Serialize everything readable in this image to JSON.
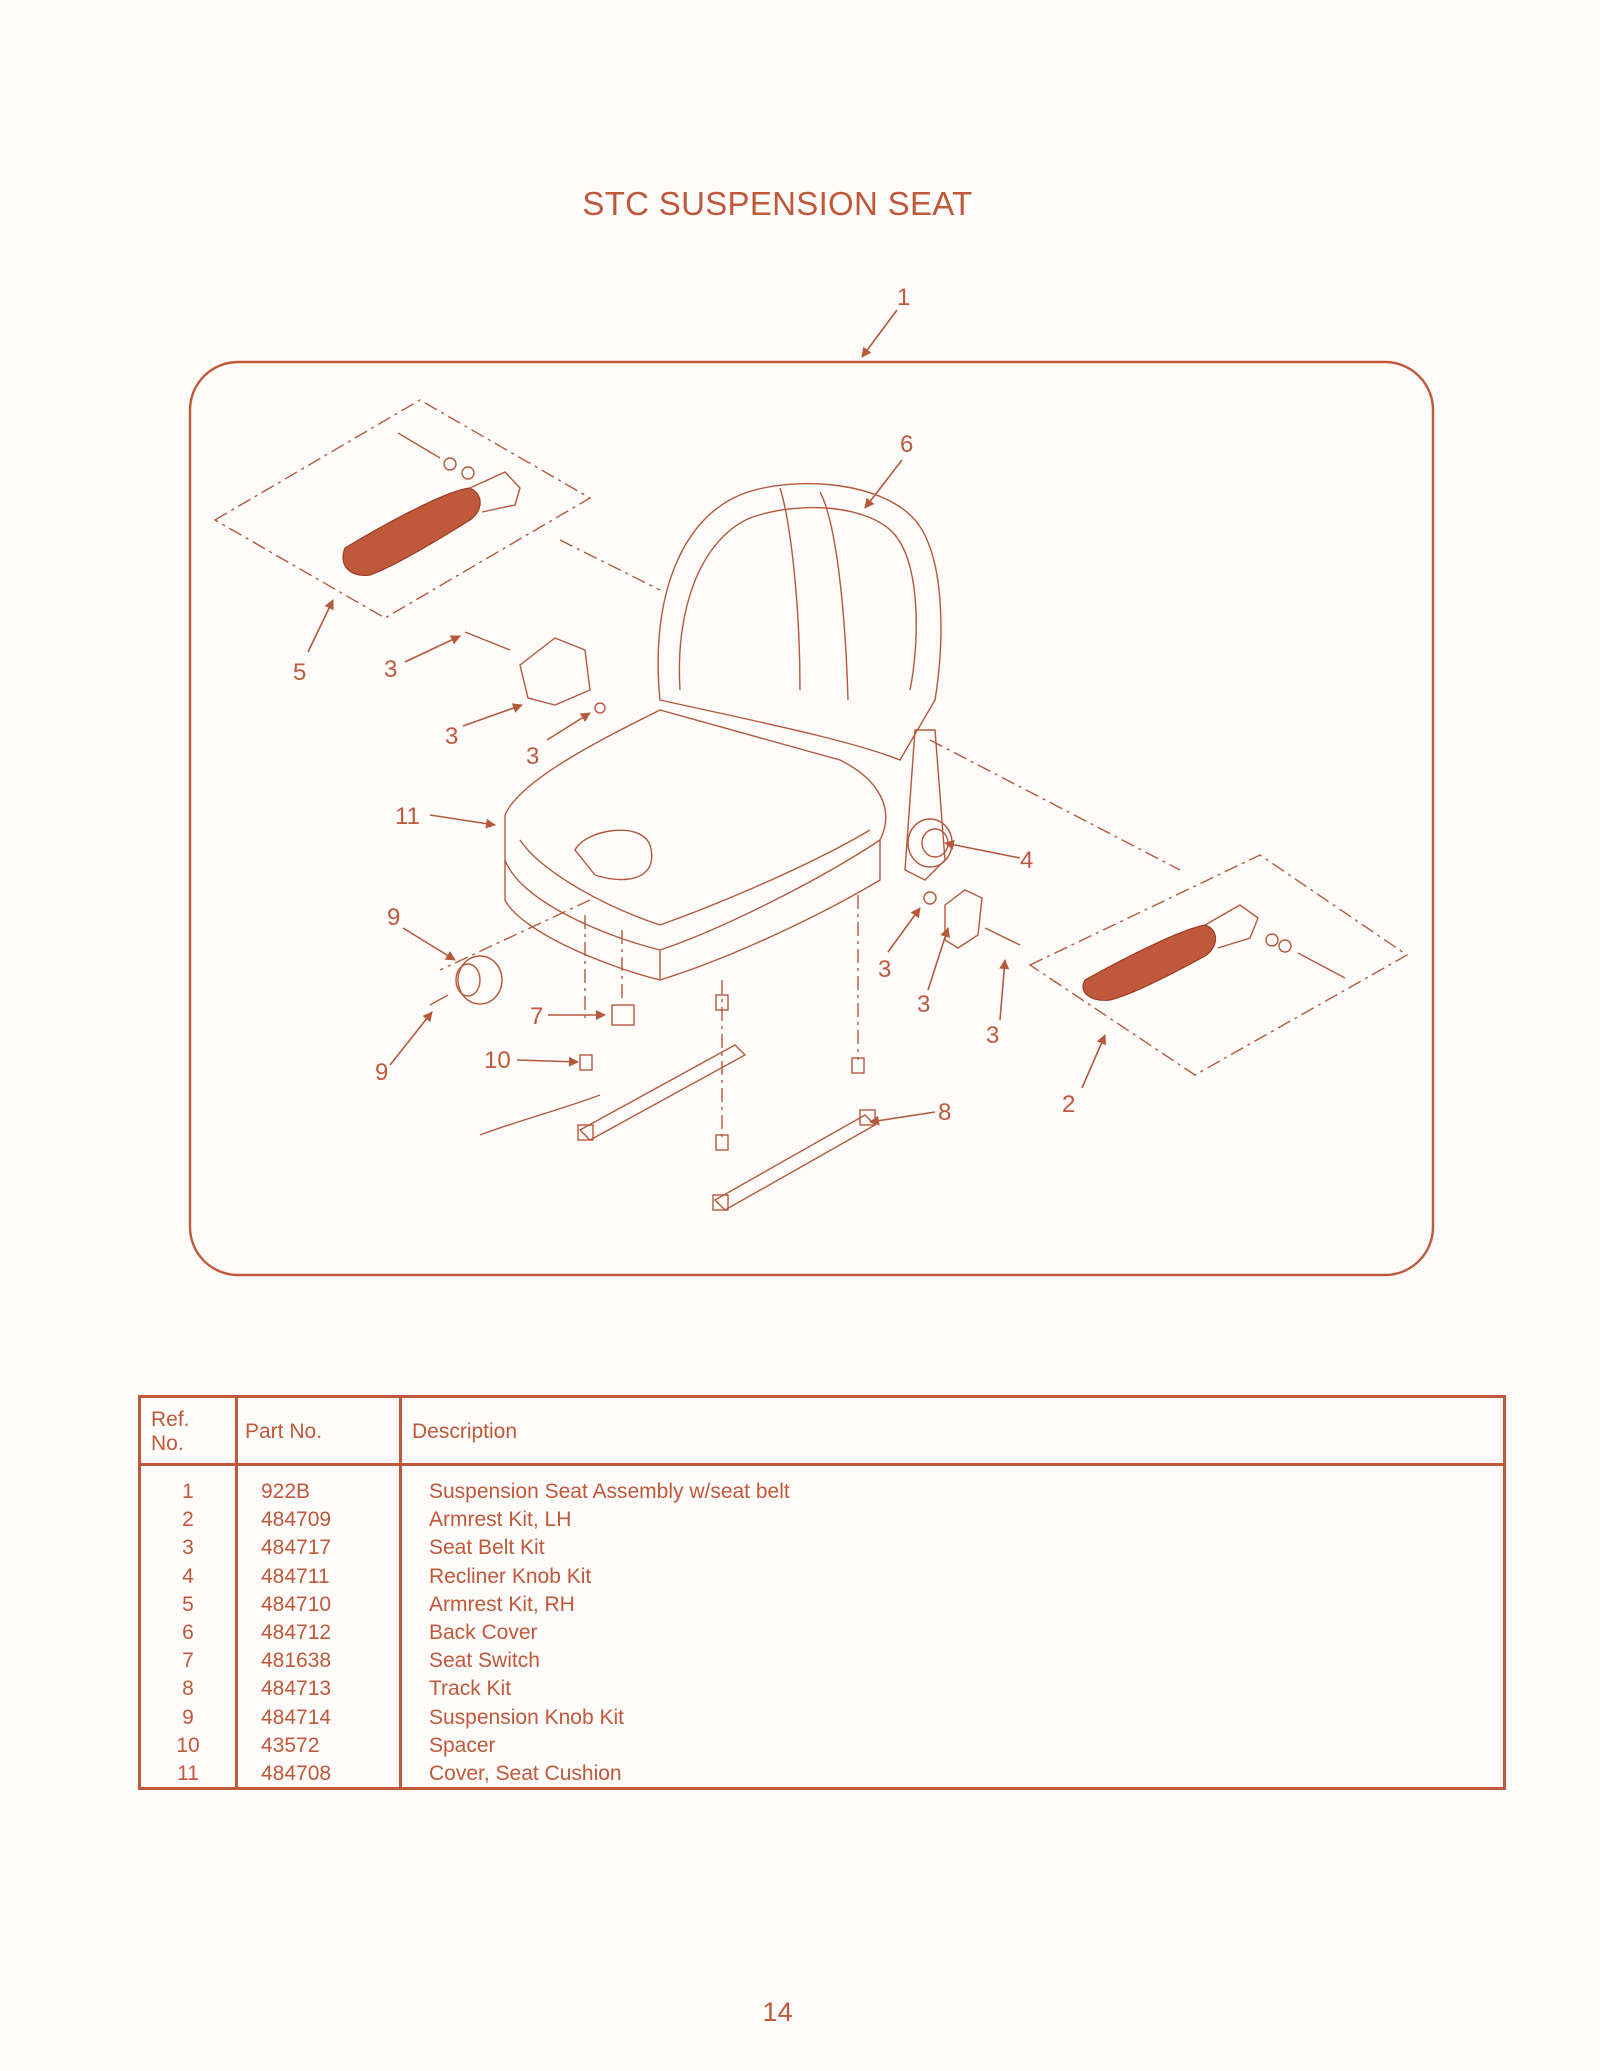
{
  "page": {
    "title": "STC SUSPENSION SEAT",
    "page_number": "14"
  },
  "callouts": [
    "1",
    "6",
    "5",
    "3",
    "3",
    "3",
    "11",
    "4",
    "9",
    "3",
    "3",
    "3",
    "7",
    "9",
    "10",
    "2",
    "8"
  ],
  "table": {
    "headers": {
      "ref": "Ref.\nNo.",
      "part": "Part No.",
      "description": "Description"
    },
    "rows": [
      {
        "ref": "1",
        "part": "922B",
        "description": "Suspension Seat Assembly w/seat belt"
      },
      {
        "ref": "2",
        "part": "484709",
        "description": "Armrest Kit, LH"
      },
      {
        "ref": "3",
        "part": "484717",
        "description": "Seat Belt Kit"
      },
      {
        "ref": "4",
        "part": "484711",
        "description": "Recliner Knob Kit"
      },
      {
        "ref": "5",
        "part": "484710",
        "description": "Armrest Kit, RH"
      },
      {
        "ref": "6",
        "part": "484712",
        "description": "Back Cover"
      },
      {
        "ref": "7",
        "part": "481638",
        "description": "Seat Switch"
      },
      {
        "ref": "8",
        "part": "484713",
        "description": "Track Kit"
      },
      {
        "ref": "9",
        "part": "484714",
        "description": "Suspension Knob Kit"
      },
      {
        "ref": "10",
        "part": "43572",
        "description": "Spacer"
      },
      {
        "ref": "11",
        "part": "484708",
        "description": "Cover, Seat Cushion"
      }
    ]
  },
  "colors": {
    "accent": "#c0583a",
    "background": "#fdfcfa"
  }
}
